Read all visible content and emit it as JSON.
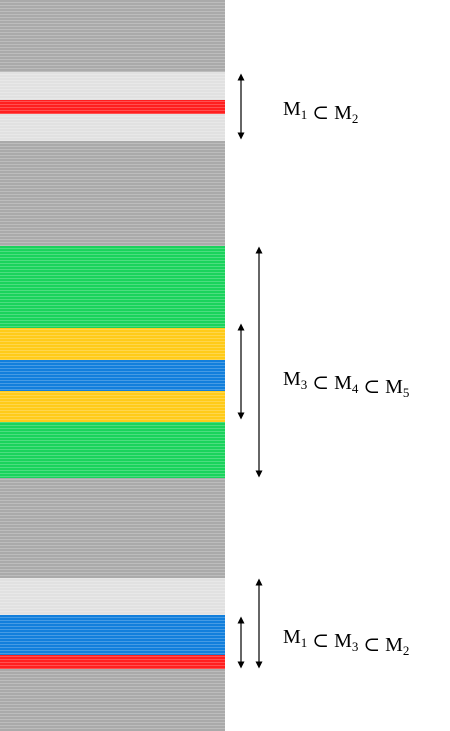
{
  "colors": {
    "gray": "#aaaaaa",
    "light_gray": "#e1e1e1",
    "red": "#ff1f1f",
    "green": "#1ad35c",
    "yellow": "#ffcb19",
    "blue": "#127fdc",
    "stripe": "#ffffff",
    "arrow": "#000000"
  },
  "bands": [
    {
      "name": "band-gray-top",
      "color": "gray"
    },
    {
      "name": "band-light-gray-1",
      "color": "light_gray"
    },
    {
      "name": "band-red-1",
      "color": "red"
    },
    {
      "name": "band-light-gray-2",
      "color": "light_gray"
    },
    {
      "name": "band-gray-2",
      "color": "gray"
    },
    {
      "name": "band-green-1",
      "color": "green"
    },
    {
      "name": "band-yellow-1",
      "color": "yellow"
    },
    {
      "name": "band-blue-1",
      "color": "blue"
    },
    {
      "name": "band-yellow-2",
      "color": "yellow"
    },
    {
      "name": "band-green-2",
      "color": "green"
    },
    {
      "name": "band-gray-3",
      "color": "gray"
    },
    {
      "name": "band-light-gray-3",
      "color": "light_gray"
    },
    {
      "name": "band-blue-2",
      "color": "blue"
    },
    {
      "name": "band-red-2",
      "color": "red"
    },
    {
      "name": "band-gray-bottom",
      "color": "gray"
    }
  ],
  "labels": {
    "label1": [
      [
        "M",
        "1"
      ],
      [
        "⊂",
        ""
      ],
      [
        "M",
        "2"
      ]
    ],
    "label2": [
      [
        "M",
        "3"
      ],
      [
        "⊂",
        ""
      ],
      [
        "M",
        "4"
      ],
      [
        "⊂",
        ""
      ],
      [
        "M",
        "5"
      ]
    ],
    "label3": [
      [
        "M",
        "1"
      ],
      [
        "⊂",
        ""
      ],
      [
        "M",
        "3"
      ],
      [
        "⊂",
        ""
      ],
      [
        "M",
        "2"
      ]
    ]
  }
}
